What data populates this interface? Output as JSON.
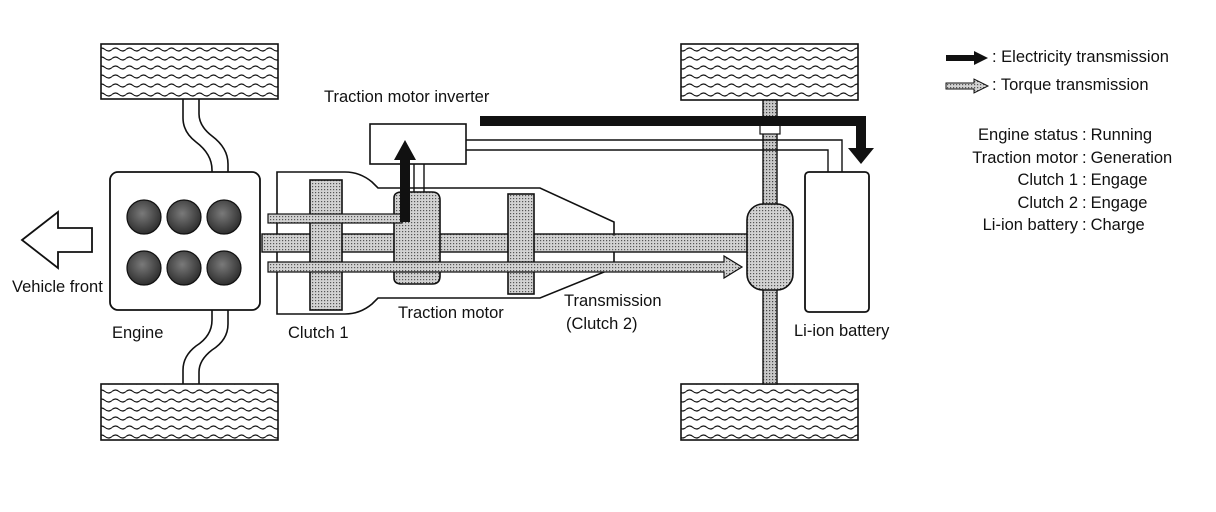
{
  "labels": {
    "inverter": "Traction motor inverter",
    "vehicle_front": "Vehicle front",
    "engine": "Engine",
    "clutch1": "Clutch 1",
    "traction_motor": "Traction motor",
    "transmission": "Transmission",
    "transmission_sub": "(Clutch 2)",
    "battery": "Li-ion battery"
  },
  "legend": {
    "electricity": ": Electricity transmission",
    "torque": ": Torque transmission"
  },
  "status": [
    {
      "key": "Engine status",
      "value": "Running"
    },
    {
      "key": "Traction motor",
      "value": "Generation"
    },
    {
      "key": "Clutch 1",
      "value": "Engage"
    },
    {
      "key": "Clutch 2",
      "value": "Engage"
    },
    {
      "key": "Li-ion battery",
      "value": "Charge"
    }
  ],
  "colors": {
    "line": "#111111",
    "hatch_fill": "#bdbdbd",
    "engine_cylinder": "#4a4a4a"
  }
}
